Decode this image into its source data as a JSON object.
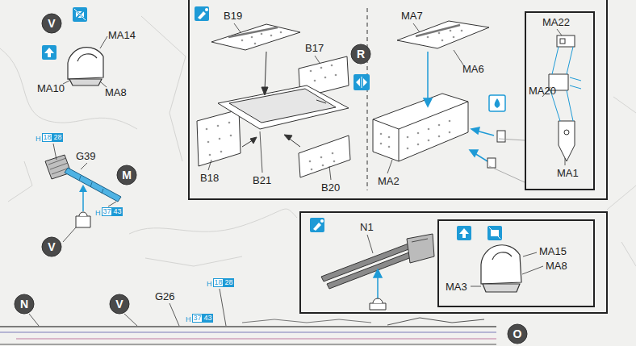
{
  "diagram": {
    "nodes": [
      {
        "text": [
          "V"
        ]
      },
      {
        "text": [
          "B19",
          "B17",
          "B18",
          "B21",
          "B20",
          "MA7",
          "MA6",
          "MA2"
        ]
      },
      {
        "text": [
          "R"
        ],
        "in": 1
      },
      {
        "text": [
          "MA22",
          "MA20",
          "MA1"
        ],
        "in": 1
      },
      {
        "text": [
          "M"
        ]
      },
      {
        "text": [
          "N1"
        ]
      },
      {
        "text": [
          "MA15",
          "MA8",
          "MA3"
        ],
        "in": 5
      },
      {
        "text": [
          "V"
        ]
      },
      {
        "text": [
          "N"
        ]
      },
      {
        "text": [
          "V"
        ]
      },
      {
        "text": [
          "O"
        ]
      }
    ],
    "labels": [
      "MA14",
      "MA10",
      "MA8",
      "H",
      "18",
      "28",
      "G39",
      "H",
      "37",
      "43",
      "G26",
      "H",
      "18",
      "28",
      "H",
      "37",
      "43"
    ]
  }
}
